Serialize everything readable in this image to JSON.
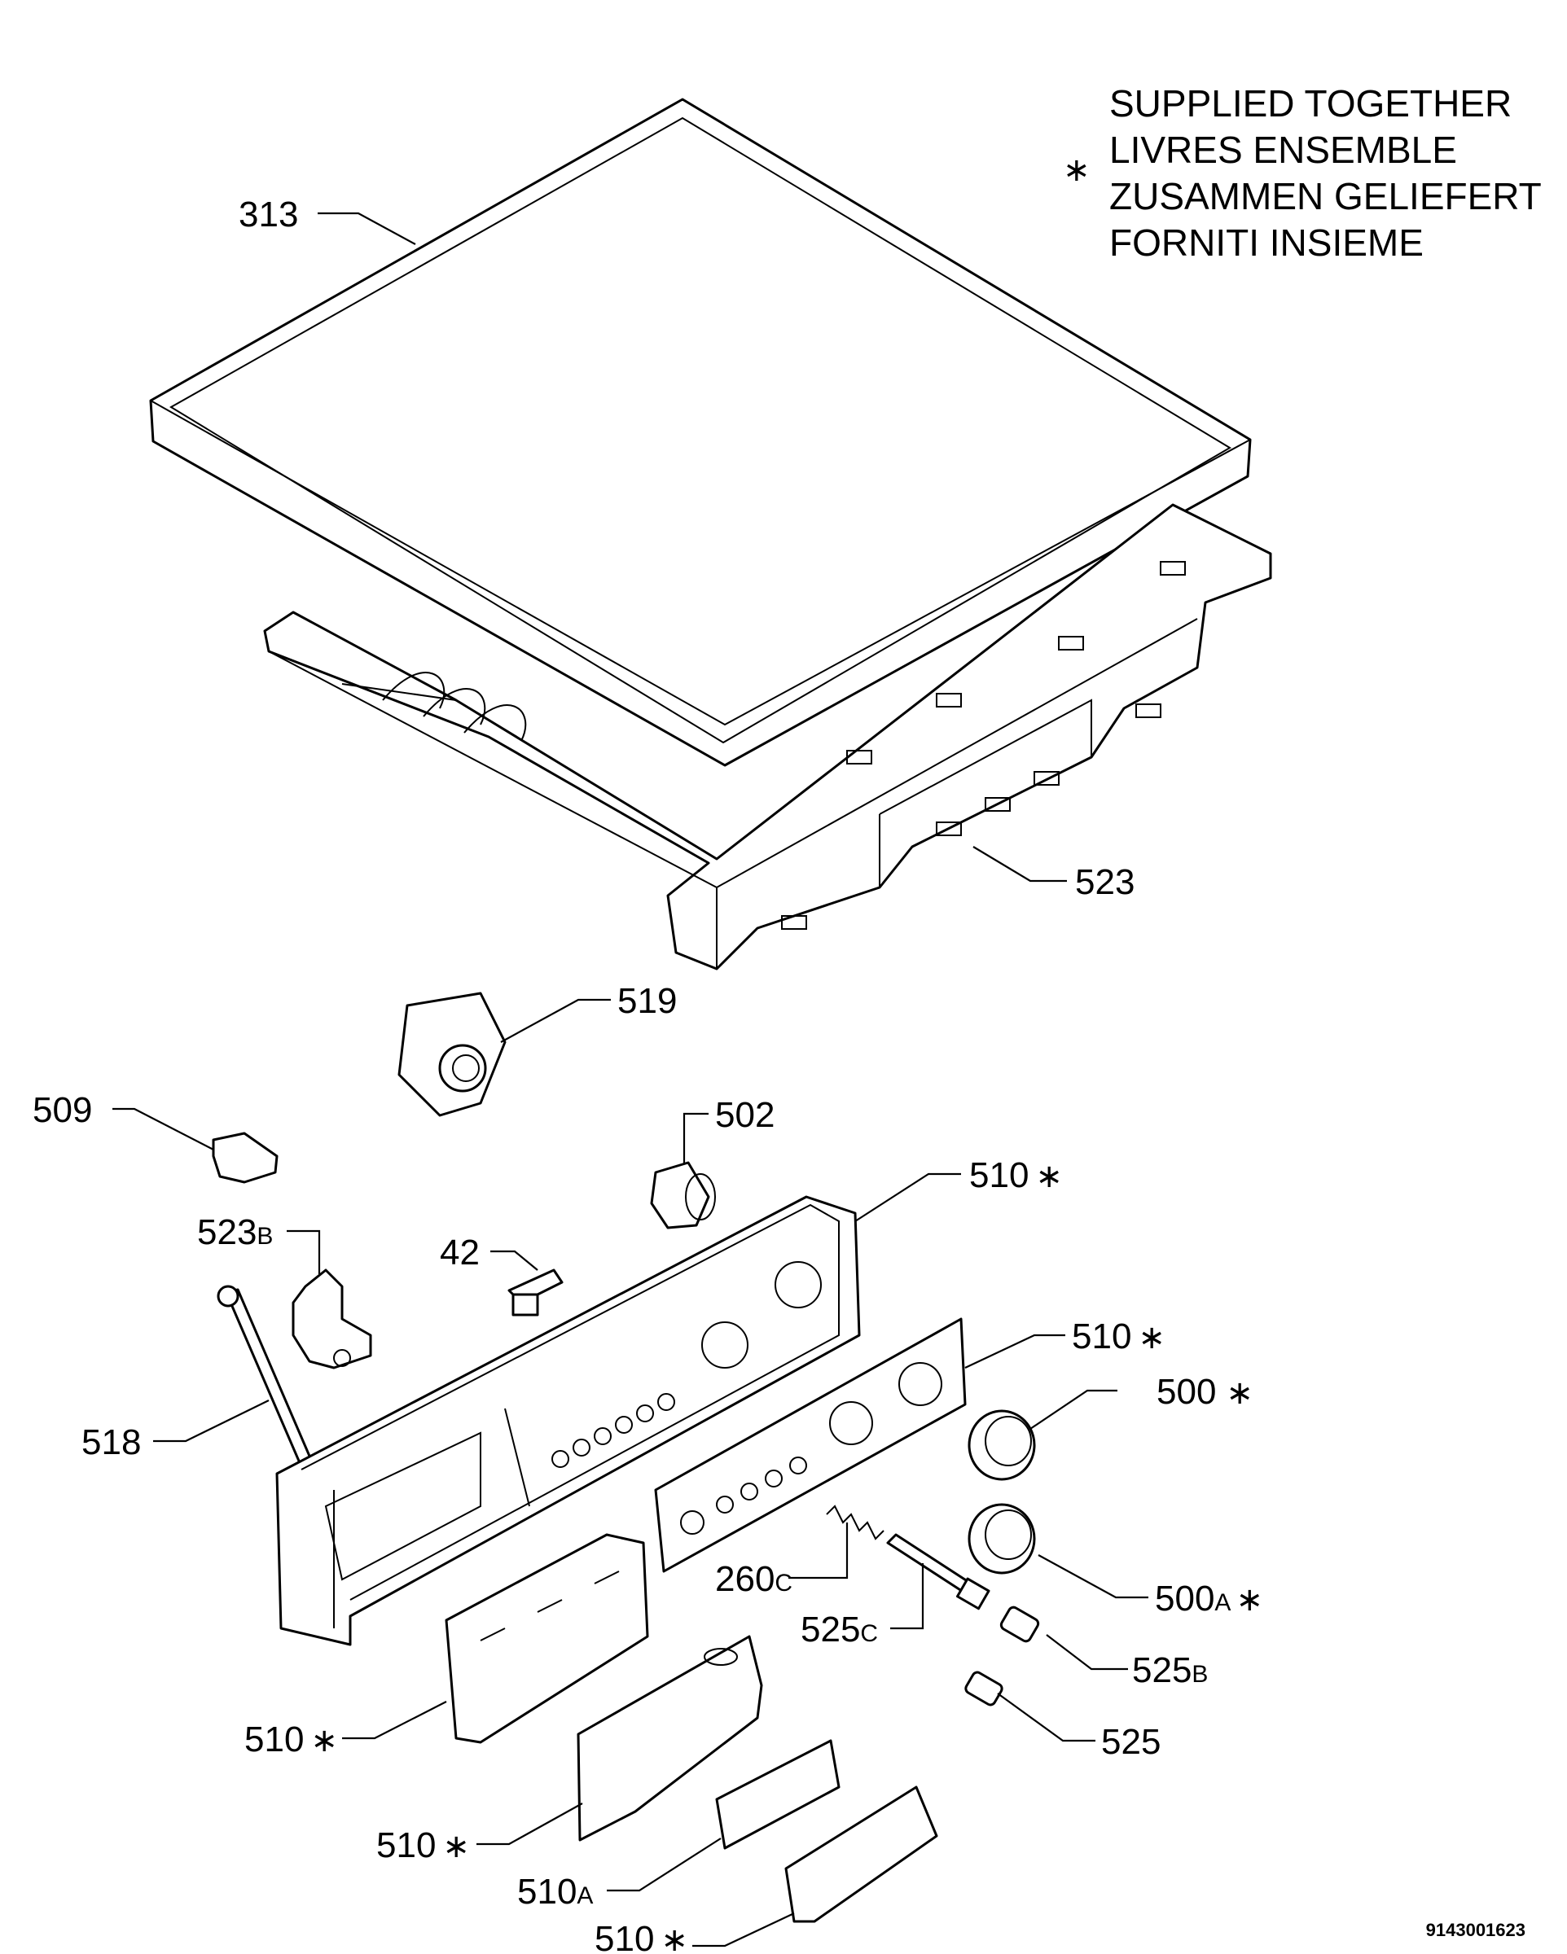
{
  "legend": {
    "symbol": "∗",
    "lines": [
      "SUPPLIED TOGETHER",
      "LIVRES ENSEMBLE",
      "ZUSAMMEN GELIEFERT",
      "FORNITI INSIEME"
    ]
  },
  "drawing_code": "9143001623",
  "callouts": [
    {
      "id": "c313",
      "num": "313",
      "suffix": "",
      "star": false
    },
    {
      "id": "c523",
      "num": "523",
      "suffix": "",
      "star": false
    },
    {
      "id": "c519",
      "num": "519",
      "suffix": "",
      "star": false
    },
    {
      "id": "c509",
      "num": "509",
      "suffix": "",
      "star": false
    },
    {
      "id": "c502",
      "num": "502",
      "suffix": "",
      "star": false
    },
    {
      "id": "c510a",
      "num": "510",
      "suffix": "",
      "star": true
    },
    {
      "id": "c523b",
      "num": "523",
      "suffix": "B",
      "star": false
    },
    {
      "id": "c42",
      "num": "42",
      "suffix": "",
      "star": false
    },
    {
      "id": "c510b",
      "num": "510",
      "suffix": "",
      "star": true
    },
    {
      "id": "c500",
      "num": "500",
      "suffix": "",
      "star": true
    },
    {
      "id": "c518",
      "num": "518",
      "suffix": "",
      "star": false
    },
    {
      "id": "c260c",
      "num": "260",
      "suffix": "C",
      "star": false
    },
    {
      "id": "c500a",
      "num": "500",
      "suffix": "A",
      "star": true
    },
    {
      "id": "c525c",
      "num": "525",
      "suffix": "C",
      "star": false
    },
    {
      "id": "c525b",
      "num": "525",
      "suffix": "B",
      "star": false
    },
    {
      "id": "c510c",
      "num": "510",
      "suffix": "",
      "star": true
    },
    {
      "id": "c525",
      "num": "525",
      "suffix": "",
      "star": false
    },
    {
      "id": "c510d",
      "num": "510",
      "suffix": "",
      "star": true
    },
    {
      "id": "c510A",
      "num": "510",
      "suffix": "A",
      "star": false
    },
    {
      "id": "c510e",
      "num": "510",
      "suffix": "",
      "star": true
    }
  ]
}
